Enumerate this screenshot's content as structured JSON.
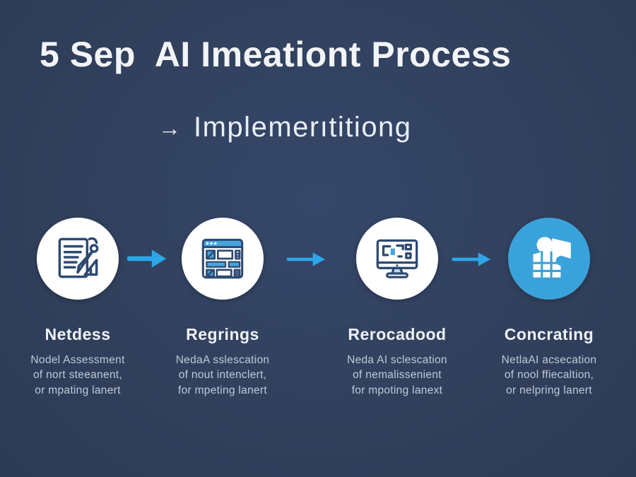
{
  "page": {
    "background": "#31405c",
    "accent": "#2ca6e8",
    "icon_stroke": "#2e4a72",
    "icon_fill_blue": "#46a6de",
    "step4_circle_fill": "#3aa2da",
    "title_color": "#f2f4f8",
    "desc_color": "#bfcad9"
  },
  "title": "5 Sep  AI Imeationt Process",
  "subtitle": {
    "arrow": "→",
    "text": "Implemerıtitiong"
  },
  "steps": [
    {
      "icon": "document-pencil-icon",
      "label": "Netdess",
      "desc": [
        "Nodel Assessment",
        "of nort steeanent,",
        "or mpating lanert"
      ]
    },
    {
      "icon": "browser-grid-icon",
      "label": "Regrings",
      "desc": [
        "NedaA sslescation",
        "of nout intenclert,",
        "for mpeting lanert"
      ]
    },
    {
      "icon": "monitor-dashboard-icon",
      "label": "Rerocadood",
      "desc": [
        "Neda AI sclescation",
        "of nemalissenient",
        "for mpoting lanext"
      ]
    },
    {
      "icon": "building-icon",
      "label": "Concrating",
      "desc": [
        "NetlaAI acsecation",
        "of nool ffiecaltion,",
        "or nelpring lanert"
      ]
    }
  ]
}
